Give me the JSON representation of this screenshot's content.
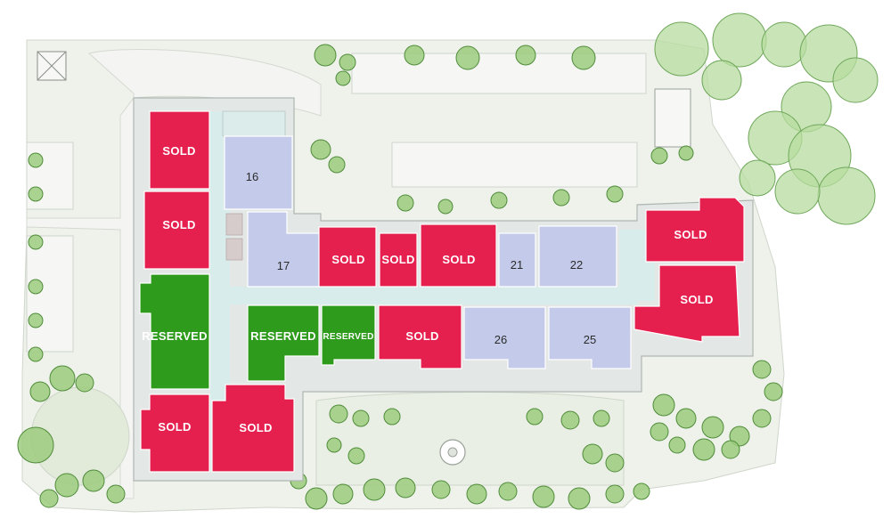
{
  "colors": {
    "sold": "#e51f4e",
    "reserved": "#2e9b1c",
    "available": "#c4cbea",
    "grounds": "#dfe8d6",
    "path": "#f1f4ee",
    "tree": "#9ccb7e",
    "tree_stroke": "#4f8c3a",
    "parking": "#f5f6f4",
    "corridor": "#d8eaea",
    "building_edge": "#b9c2bf"
  },
  "units": {
    "u_sold_1": {
      "status": "sold",
      "label": "SOLD"
    },
    "u_sold_2": {
      "status": "sold",
      "label": "SOLD"
    },
    "u_16": {
      "status": "available",
      "label": "16"
    },
    "u_17": {
      "status": "available",
      "label": "17"
    },
    "u_sold_3": {
      "status": "sold",
      "label": "SOLD"
    },
    "u_sold_4": {
      "status": "sold",
      "label": "SOLD"
    },
    "u_sold_5": {
      "status": "sold",
      "label": "SOLD"
    },
    "u_21": {
      "status": "available",
      "label": "21"
    },
    "u_22": {
      "status": "available",
      "label": "22"
    },
    "u_sold_6": {
      "status": "sold",
      "label": "SOLD"
    },
    "u_sold_7": {
      "status": "sold",
      "label": "SOLD"
    },
    "u_reserved_1": {
      "status": "reserved",
      "label": "RESERVED"
    },
    "u_reserved_2": {
      "status": "reserved",
      "label": "RESERVED"
    },
    "u_reserved_3": {
      "status": "reserved",
      "label": "RESERVED"
    },
    "u_sold_8": {
      "status": "sold",
      "label": "SOLD"
    },
    "u_26": {
      "status": "available",
      "label": "26"
    },
    "u_25": {
      "status": "available",
      "label": "25"
    },
    "u_sold_9": {
      "status": "sold",
      "label": "SOLD"
    },
    "u_sold_10": {
      "status": "sold",
      "label": "SOLD"
    }
  }
}
